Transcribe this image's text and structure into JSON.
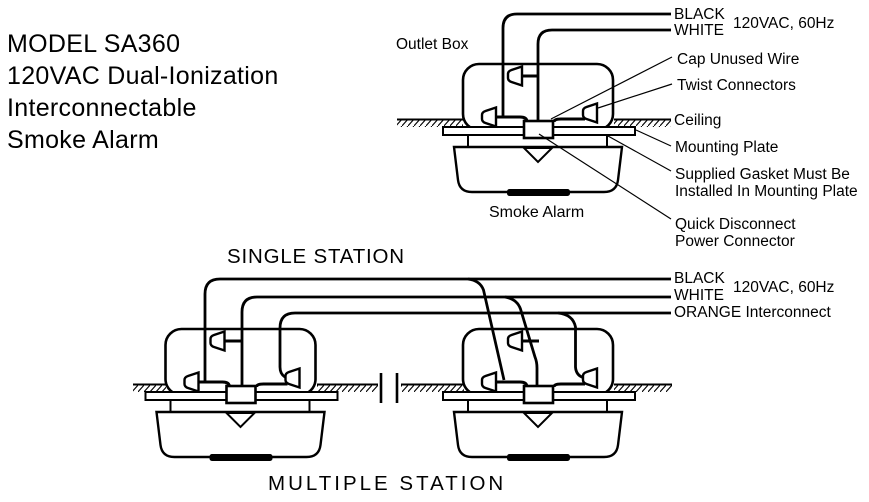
{
  "colors": {
    "ink": "#000000",
    "background": "#ffffff"
  },
  "title": {
    "line1": "MODEL SA360",
    "line2": "120VAC Dual-Ionization",
    "line3": "Interconnectable",
    "line4": "Smoke Alarm"
  },
  "single_station": {
    "heading": "SINGLE STATION",
    "outlet_box": "Outlet Box",
    "smoke_alarm": "Smoke Alarm",
    "black": "BLACK",
    "white": "WHITE",
    "power": "120VAC, 60Hz",
    "cap_unused": "Cap Unused Wire",
    "twist": "Twist Connectors",
    "ceiling": "Ceiling",
    "mounting_plate": "Mounting Plate",
    "gasket_line1": "Supplied Gasket Must Be",
    "gasket_line2": "Installed In Mounting Plate",
    "quick_disconnect_line1": "Quick Disconnect",
    "quick_disconnect_line2": "Power Connector"
  },
  "multiple_station": {
    "heading": "MULTIPLE STATION",
    "black": "BLACK",
    "white": "WHITE",
    "power": "120VAC, 60Hz",
    "orange": "ORANGE Interconnect"
  }
}
